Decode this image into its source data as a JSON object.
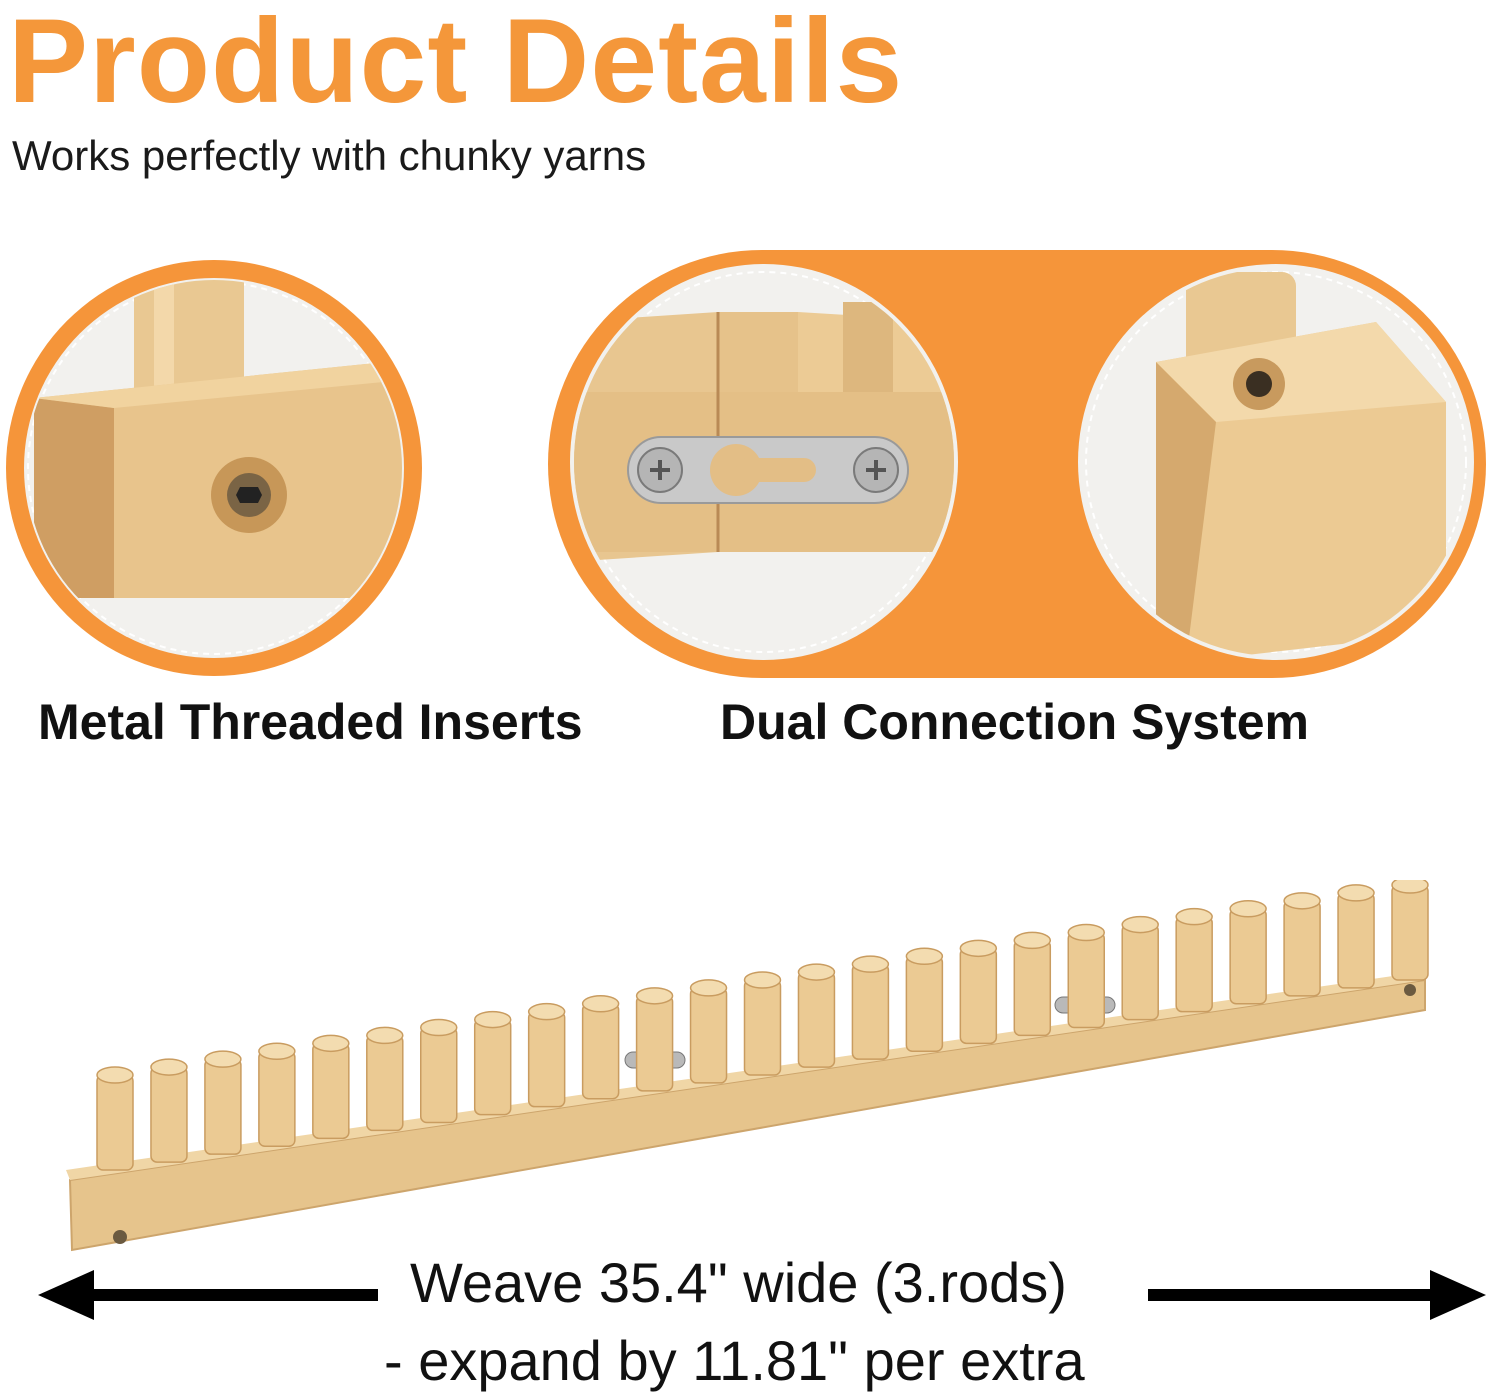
{
  "header": {
    "title": "Product Details",
    "subtitle": "Works perfectly with chunky yarns"
  },
  "features": [
    {
      "label": "Metal Threaded Inserts",
      "icon": "threaded-insert-closeup"
    },
    {
      "label": "Dual Connection System",
      "icon": "connector-plate-closeup"
    }
  ],
  "dimension": {
    "line1": "Weave 35.4\" wide (3.rods)",
    "line2": "- expand by 11.81\" per extra"
  },
  "colors": {
    "accent": "#f5953a",
    "wood": "#e6c48c",
    "text": "#111111"
  },
  "product": {
    "peg_count": 25
  }
}
